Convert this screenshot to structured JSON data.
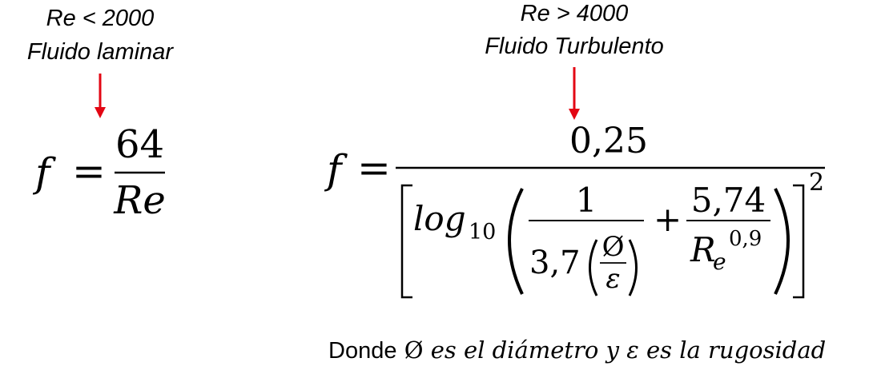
{
  "left": {
    "condition": "Re < 2000",
    "regime": "Fluido laminar",
    "formula": {
      "lhs": "f",
      "equals": "=",
      "numerator": "64",
      "denominator": "Re"
    }
  },
  "right": {
    "condition": "Re > 4000",
    "regime": "Fluido Turbulento",
    "formula": {
      "lhs": "f",
      "equals": "=",
      "numerator": "0,25",
      "log": "log",
      "log_base": "10",
      "one": "1",
      "coef": "3,7",
      "phi": "Ø",
      "epsilon": "ε",
      "plus": "+",
      "num2": "5,74",
      "R": "R",
      "R_sub": "e",
      "R_sup": "0,9",
      "outer_exp": "2"
    }
  },
  "footnote": {
    "donde": "Donde",
    "phi": "Ø",
    "phi_text": "es el diámetro y",
    "eps": "ε",
    "eps_text": "es la rugosidad"
  },
  "colors": {
    "arrow": "#e30613",
    "text": "#000000"
  }
}
